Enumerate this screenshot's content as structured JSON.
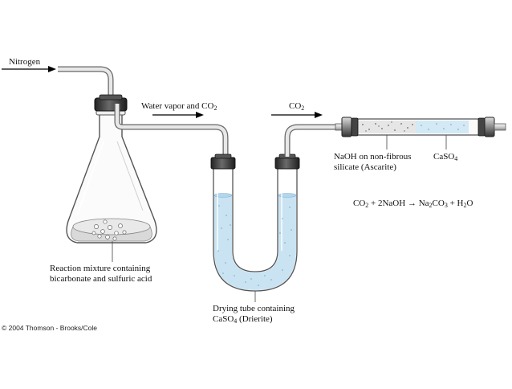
{
  "labels": {
    "nitrogen": "Nitrogen",
    "water_vapor_pre": "Water vapor and CO",
    "water_vapor_sub": "2",
    "co2_pre": "CO",
    "co2_sub": "2",
    "naoh_line1": "NaOH on non-fibrous",
    "naoh_line2": "silicate (Ascarite)",
    "caso4_pre": "CaSO",
    "caso4_sub": "4",
    "reaction_line1": "Reaction mixture containing",
    "reaction_line2": "bicarbonate and sulfuric acid",
    "drying_line1": "Drying tube containing",
    "drying_line2_pre": "CaSO",
    "drying_line2_sub": "4",
    "drying_line2_post": " (Drierite)"
  },
  "equation": {
    "a": "CO",
    "a_sub": "2",
    "b": " + 2NaOH ",
    "arrow": "→",
    "c": " Na",
    "c_sub": "2",
    "d": "CO",
    "d_sub": "3",
    "e": " + H",
    "e_sub": "2",
    "f": "O"
  },
  "copyright": "© 2004 Thomson - Brooks/Cole",
  "colors": {
    "liquid": "#c9e3f2",
    "glass_stroke": "#555555",
    "stopper": "#3a3a3a",
    "tube_pipe": "#7a7a7a"
  }
}
